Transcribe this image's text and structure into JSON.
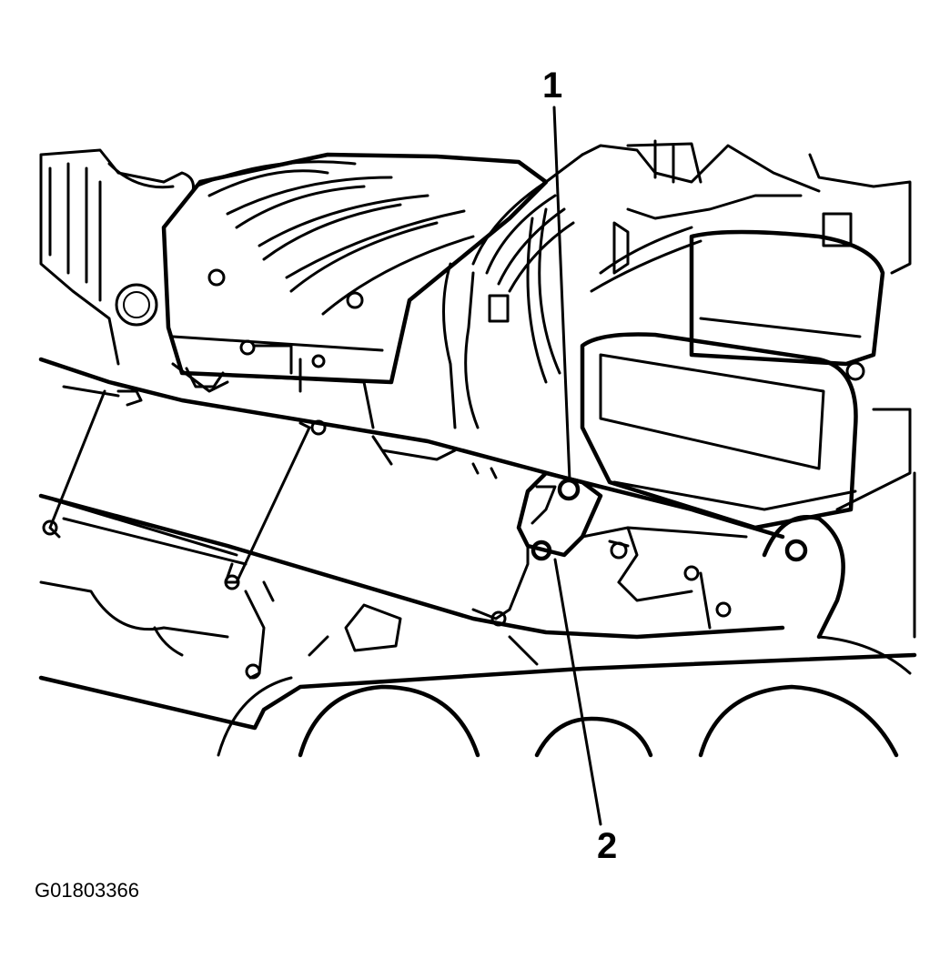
{
  "callouts": [
    {
      "label": "1",
      "part": "bracket-bolt-upper"
    },
    {
      "label": "2",
      "part": "bracket-bolt-lower"
    }
  ],
  "figure_id": "G01803366",
  "colors": {
    "ink": "#000000",
    "paper": "#ffffff"
  }
}
